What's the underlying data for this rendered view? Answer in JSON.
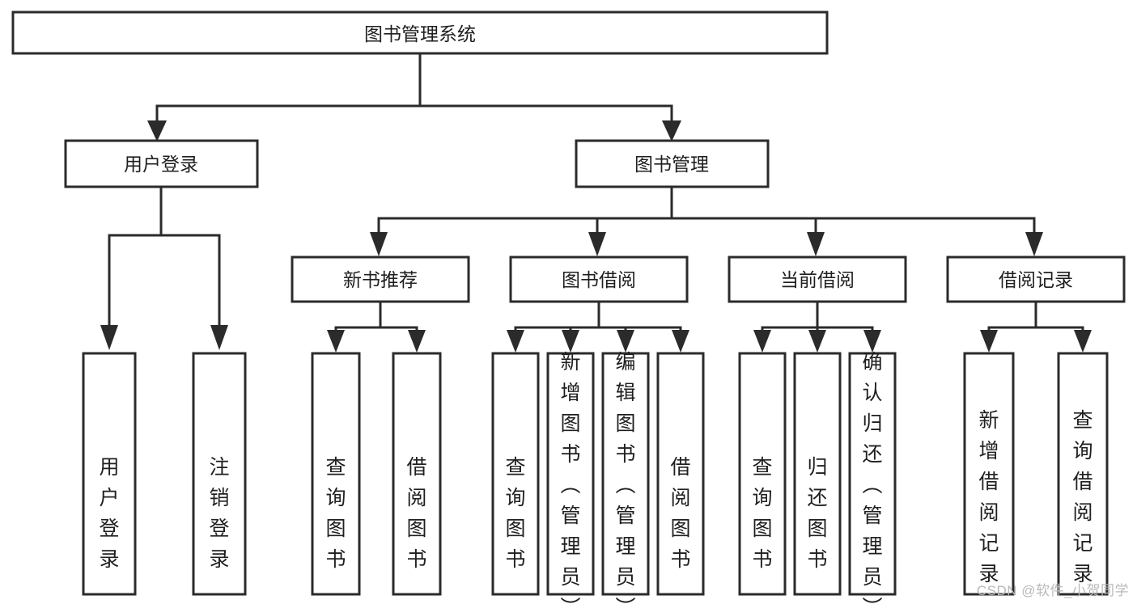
{
  "diagram": {
    "type": "tree",
    "title": "图书管理系统",
    "watermark": "CSDN @软件_小贺同学",
    "colors": {
      "stroke": "#2b2b2b",
      "box_fill": "#ffffff",
      "text": "#1f1f1f",
      "background": "#ffffff",
      "watermark": "#b9b9b9"
    },
    "root": {
      "label": "图书管理系统",
      "orientation": "horizontal"
    },
    "level2": [
      {
        "id": "user-login",
        "label": "用户登录",
        "orientation": "horizontal"
      },
      {
        "id": "book-manage",
        "label": "图书管理",
        "orientation": "horizontal"
      }
    ],
    "level3": [
      {
        "id": "new-book-recommend",
        "label": "新书推荐",
        "orientation": "horizontal",
        "parent": "book-manage"
      },
      {
        "id": "book-borrow",
        "label": "图书借阅",
        "orientation": "horizontal",
        "parent": "book-manage"
      },
      {
        "id": "current-borrow",
        "label": "当前借阅",
        "orientation": "horizontal",
        "parent": "book-manage"
      },
      {
        "id": "borrow-record",
        "label": "借阅记录",
        "orientation": "horizontal",
        "parent": "book-manage"
      }
    ],
    "leaves": {
      "user_login": [
        {
          "id": "leaf-user-login",
          "label": "用户登录",
          "orientation": "vertical"
        },
        {
          "id": "leaf-logout",
          "label": "注销登录",
          "orientation": "vertical"
        }
      ],
      "new_book_recommend": [
        {
          "id": "leaf-query-book-1",
          "label": "查询图书",
          "orientation": "vertical"
        },
        {
          "id": "leaf-borrow-book-1",
          "label": "借阅图书",
          "orientation": "vertical"
        }
      ],
      "book_borrow": [
        {
          "id": "leaf-query-book-2",
          "label": "查询图书",
          "orientation": "vertical"
        },
        {
          "id": "leaf-add-book",
          "label": "新增图书（管理员）",
          "orientation": "vertical"
        },
        {
          "id": "leaf-edit-book",
          "label": "编辑图书（管理员）",
          "orientation": "vertical"
        },
        {
          "id": "leaf-borrow-book-2",
          "label": "借阅图书",
          "orientation": "vertical"
        }
      ],
      "current_borrow": [
        {
          "id": "leaf-query-book-3",
          "label": "查询图书",
          "orientation": "vertical"
        },
        {
          "id": "leaf-return-book",
          "label": "归还图书",
          "orientation": "vertical"
        },
        {
          "id": "leaf-confirm-return",
          "label": "确认归还（管理员）",
          "orientation": "vertical"
        }
      ],
      "borrow_record": [
        {
          "id": "leaf-add-record",
          "label": "新增借阅记录",
          "orientation": "vertical"
        },
        {
          "id": "leaf-query-record",
          "label": "查询借阅记录",
          "orientation": "vertical"
        }
      ]
    }
  }
}
